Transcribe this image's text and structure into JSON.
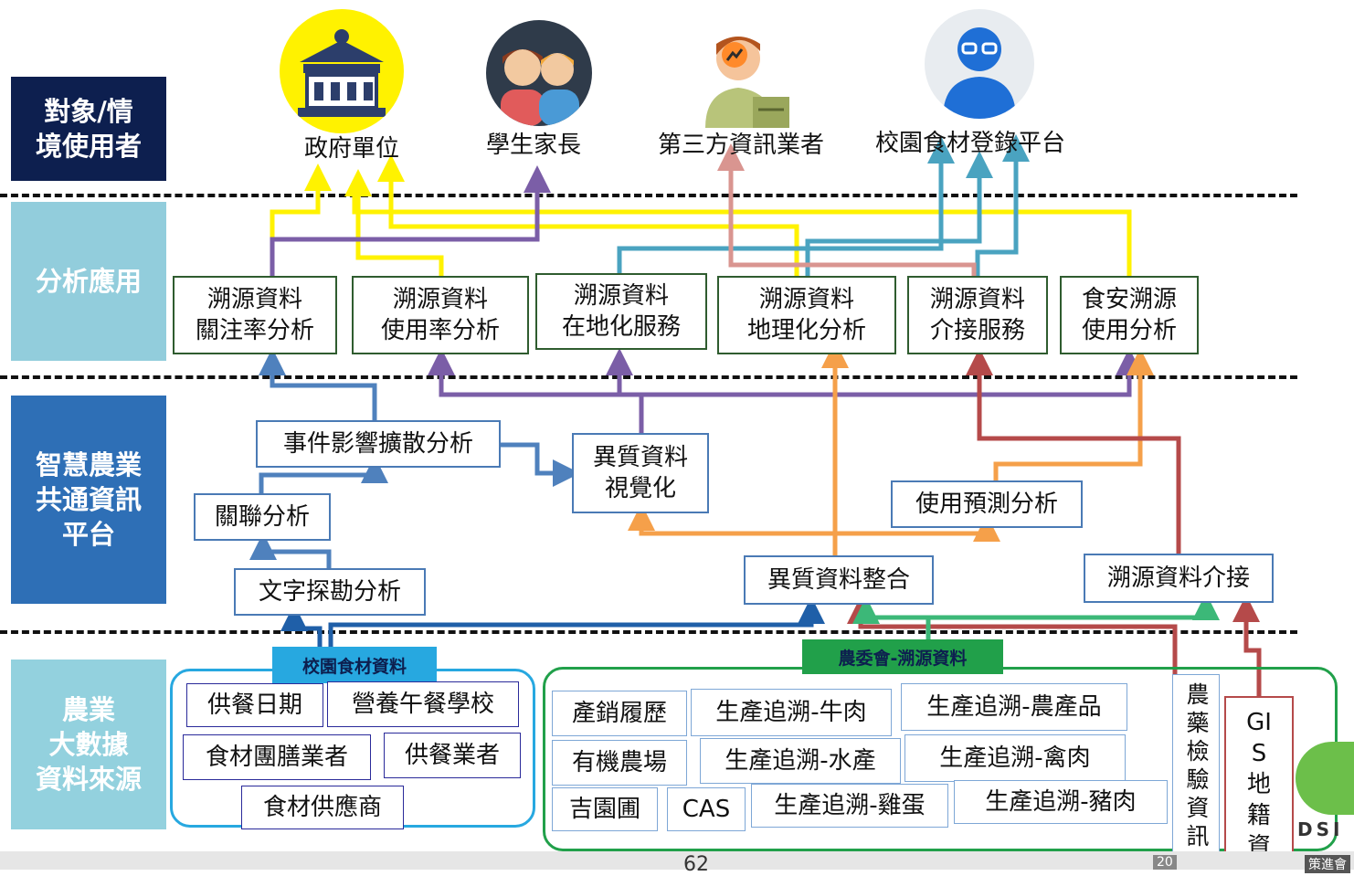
{
  "tiers": {
    "users": "對象/情\n境使用者",
    "analysis": "分析應用",
    "platform": "智慧農業\n共通資訊\n平台",
    "sources": "農業\n大數據\n資料來源"
  },
  "users": {
    "government": "政府單位",
    "parents": "學生家長",
    "third_party": "第三方資訊業者",
    "campus_platform": "校園食材登錄平台"
  },
  "analysis": {
    "attention": "溯源資料\n關注率分析",
    "usage": "溯源資料\n使用率分析",
    "localized": "溯源資料\n在地化服務",
    "geo": "溯源資料\n地理化分析",
    "interface": "溯源資料\n介接服務",
    "food_safety": "食安溯源\n使用分析"
  },
  "platform": {
    "event_impact": "事件影響擴散分析",
    "hetero_viz": "異質資料\n視覺化",
    "correlation": "關聯分析",
    "usage_prediction": "使用預測分析",
    "text_mining": "文字探勘分析",
    "hetero_integration": "異質資料整合",
    "trace_interface": "溯源資料介接"
  },
  "sources": {
    "campus_tag": "校園食材資料",
    "coa_tag": "農委會-溯源資料",
    "campus_items": [
      "供餐日期",
      "營養午餐學校",
      "食材團膳業者",
      "供餐業者",
      "食材供應商"
    ],
    "coa_items": [
      "產銷履歷",
      "生產追溯-牛肉",
      "生產追溯-農產品",
      "有機農場",
      "生產追溯-水產",
      "生產追溯-禽肉",
      "吉園圃",
      "CAS",
      "生產追溯-雞蛋",
      "生產追溯-豬肉"
    ],
    "pesticide": "農藥檢驗資訊",
    "gis": "GIS地籍資料"
  },
  "footer": {
    "page_number": "62",
    "logo_text": "DSI",
    "corner_left": "20",
    "corner_right": "策進會"
  },
  "colors": {
    "yellow": "#fff200",
    "purple": "#7b5ea7",
    "teal": "#4aa3c0",
    "pink": "#d99590",
    "blue": "#4f81bd",
    "orange": "#f5a04a",
    "dark_red": "#b54a4a",
    "green": "#3cb878",
    "dark_blue": "#1f5fa8"
  }
}
